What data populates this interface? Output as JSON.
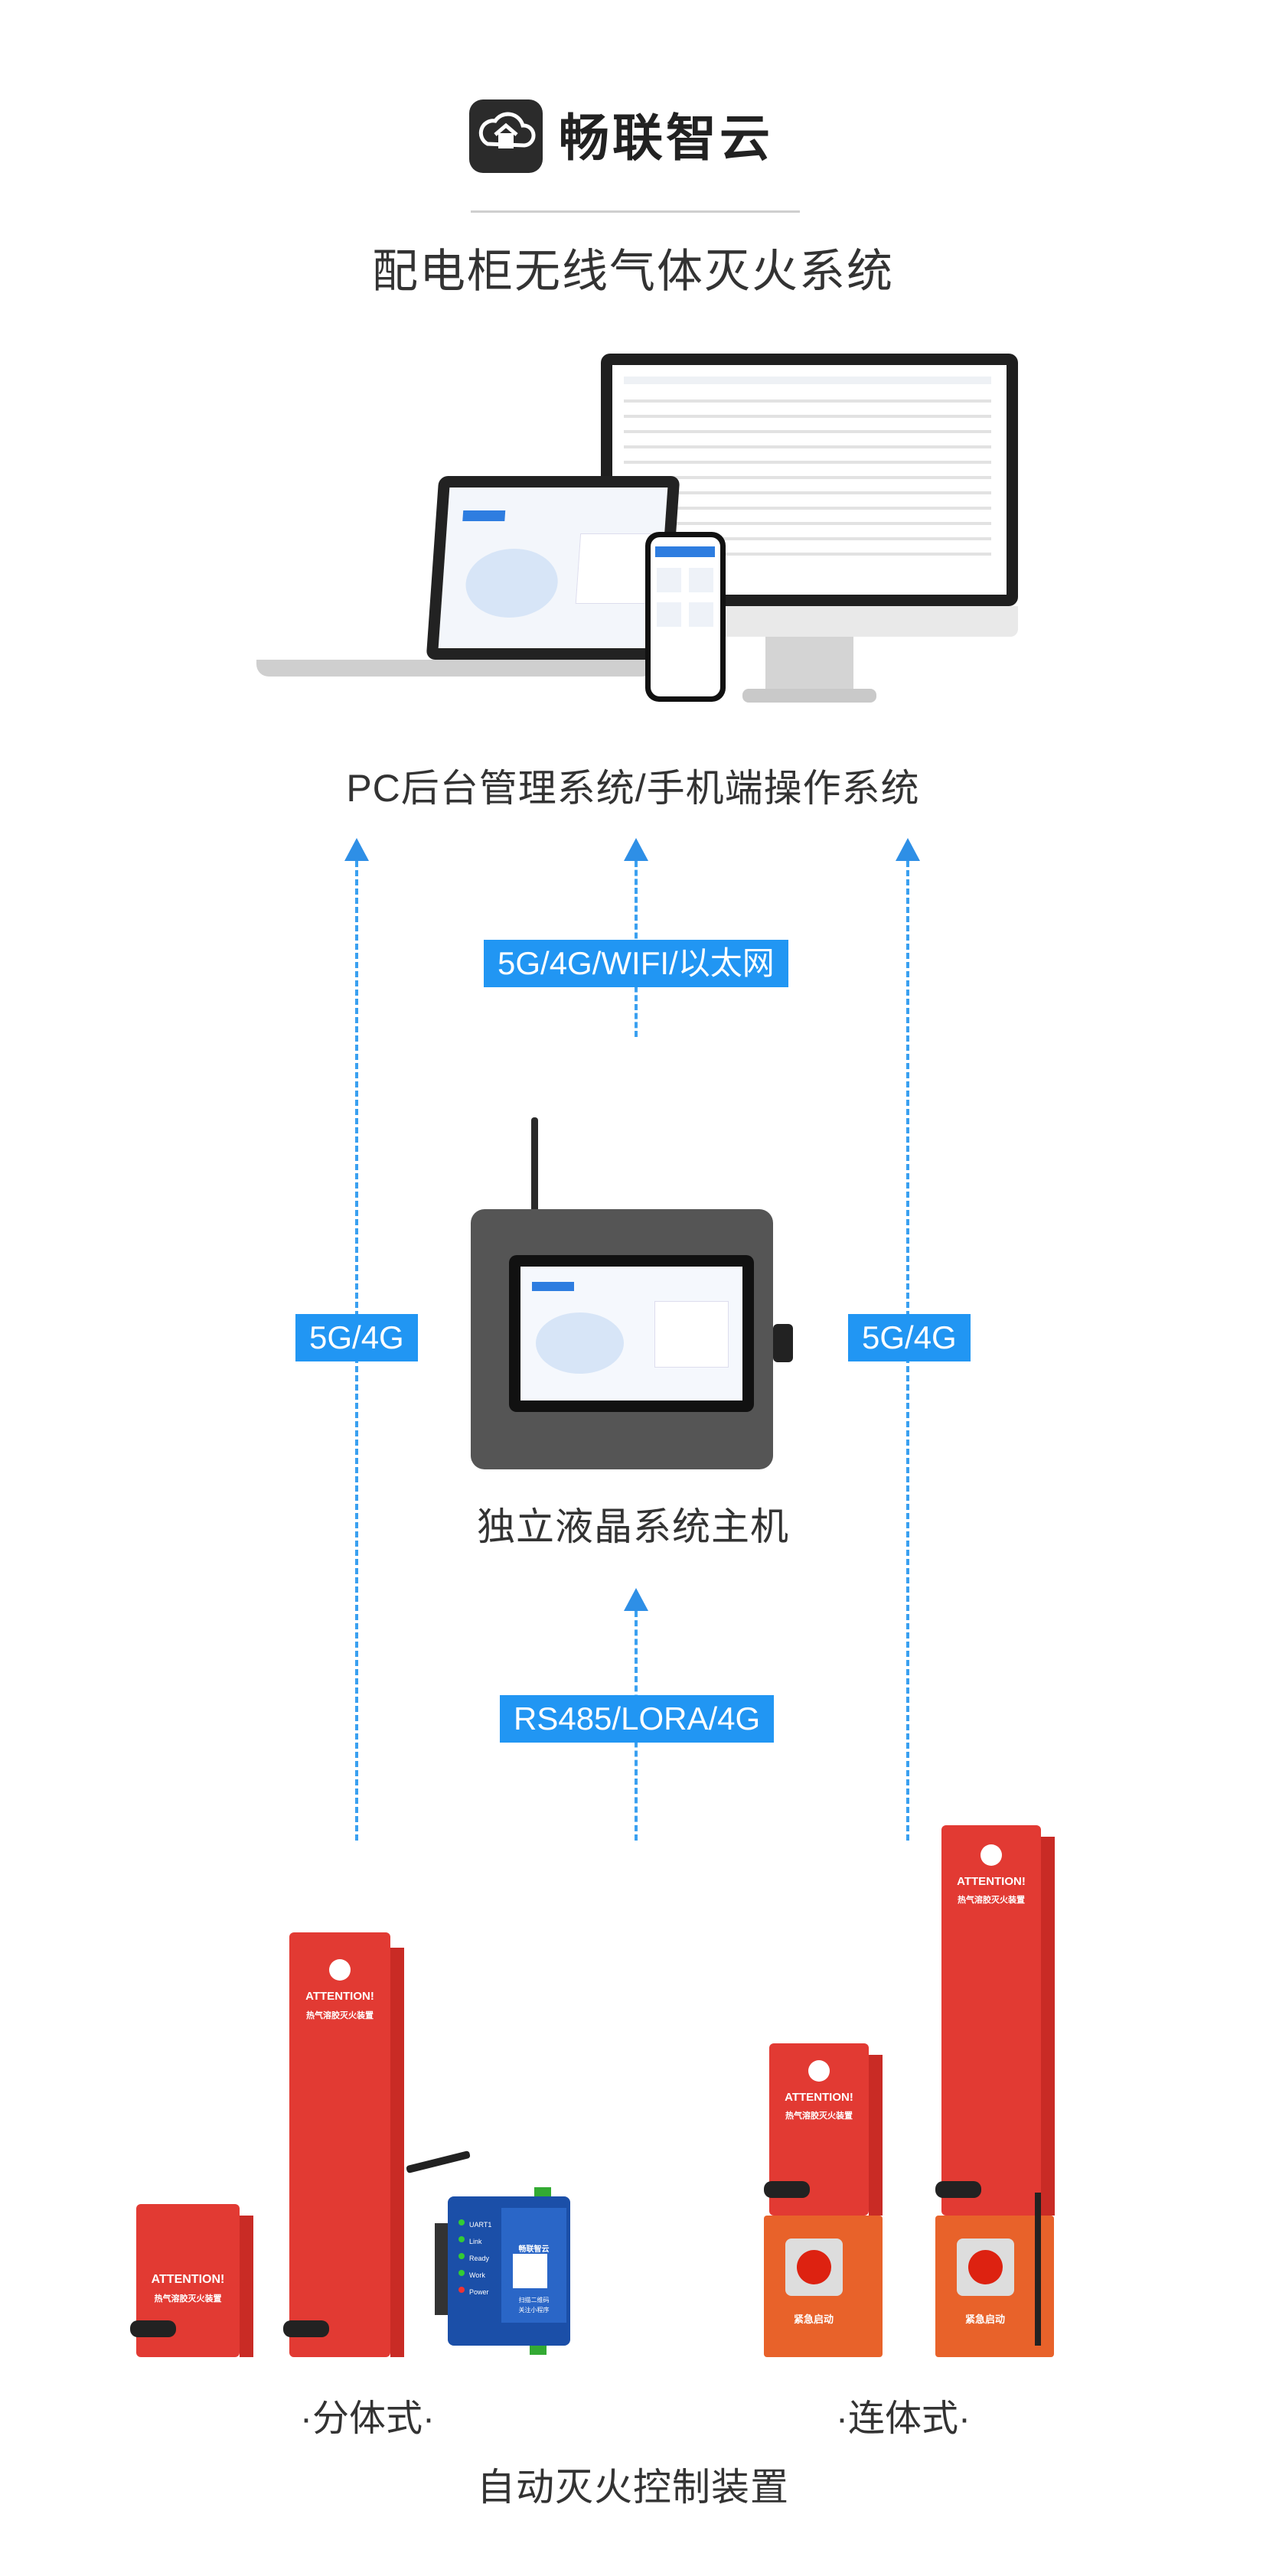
{
  "brand": {
    "name": "畅联智云",
    "icon": "cloud-house-logo-icon"
  },
  "title": "配电柜无线气体灭火系统",
  "pc_caption": "PC后台管理系统/手机端操作系统",
  "tags": {
    "network": "5G/4G/WIFI/以太网",
    "left": "5G/4G",
    "right": "5G/4G",
    "bus": "RS485/LORA/4G"
  },
  "host_caption": "独立液晶系统主机",
  "split_label": "·分体式·",
  "combined_label": "·连体式·",
  "bottom_caption": "自动灭火控制装置",
  "device_text": {
    "attention": "ATTENTION!",
    "cyl_name": "热气溶胶灭火装置",
    "emergency": "紧急启动",
    "dtu_brand": "畅联智云",
    "dtu_scan": "扫描二维码",
    "dtu_scan2": "关注小程序",
    "leds": [
      "UART1",
      "Link",
      "Ready",
      "Work",
      "Power"
    ]
  },
  "colors": {
    "accent": "#2196f3",
    "arrow": "#3aa0f0",
    "cylinder": "#e23a33",
    "base": "#e8622a"
  }
}
